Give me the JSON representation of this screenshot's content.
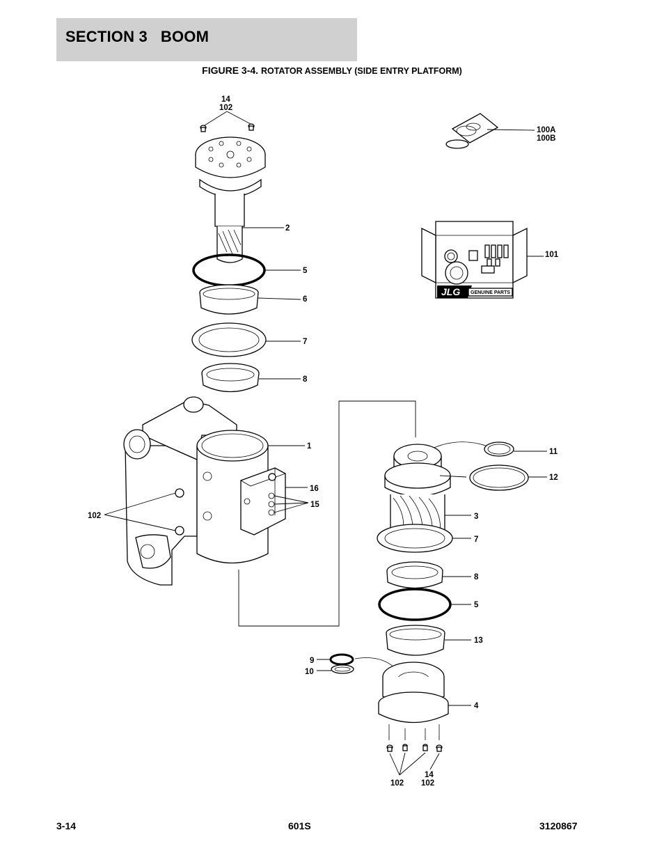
{
  "header": {
    "section_title": "SECTION 3   BOOM",
    "figure_label": "FIGURE 3-4.",
    "figure_title": "ROTATOR ASSEMBLY (SIDE ENTRY PLATFORM)"
  },
  "callouts": {
    "top_14": "14",
    "top_102": "102",
    "p100a": "100A",
    "p100b": "100B",
    "p2": "2",
    "p101": "101",
    "p5_top": "5",
    "p6": "6",
    "p7_top": "7",
    "p8_top": "8",
    "p1": "1",
    "p16": "16",
    "p15": "15",
    "p102_left": "102",
    "p11": "11",
    "p12": "12",
    "p3": "3",
    "p7_bot": "7",
    "p8_bot": "8",
    "p5_bot": "5",
    "p13": "13",
    "p9": "9",
    "p10": "10",
    "p4": "4",
    "bottom_14": "14",
    "bottom_102_a": "102",
    "bottom_102_b": "102"
  },
  "kit": {
    "brand": "JLG",
    "tag": "GENUINE PARTS"
  },
  "footer": {
    "page": "3-14",
    "model": "601S",
    "doc_number": "3120867"
  }
}
